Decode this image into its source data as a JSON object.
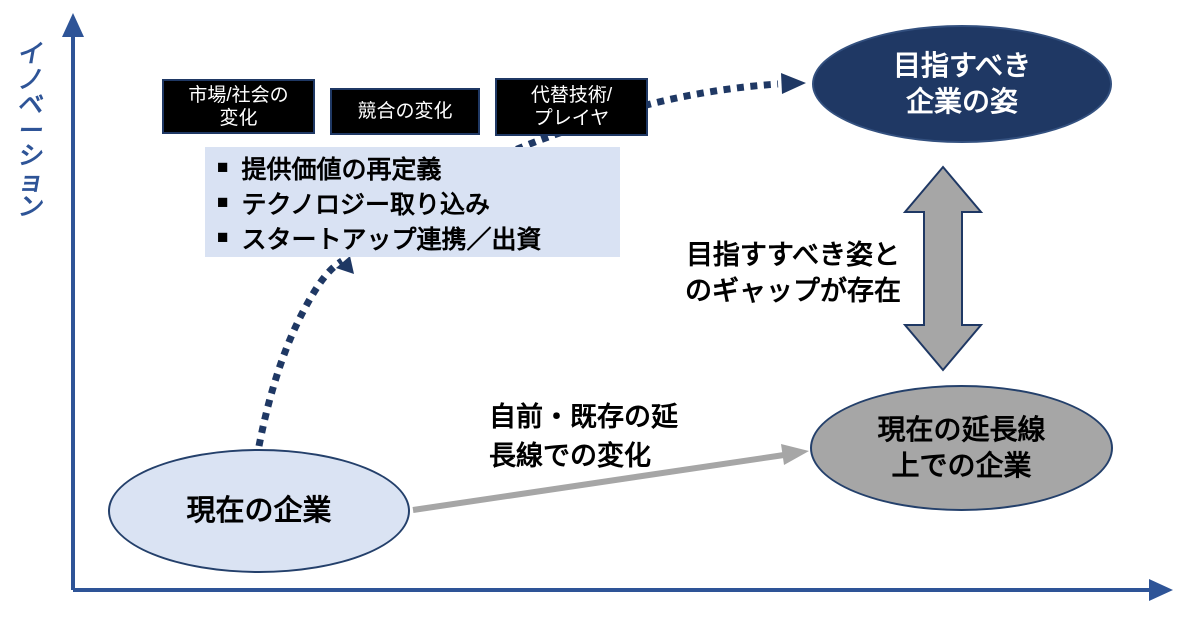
{
  "y_axis": {
    "label": "イノベーション"
  },
  "driver_boxes": {
    "market": {
      "line1": "市場/社会の",
      "line2": "変化"
    },
    "competitors": {
      "line1": "競合の変化"
    },
    "alt_tech": {
      "line1": "代替技術/",
      "line2": "プレイヤ"
    }
  },
  "initiatives_panel": {
    "bullet": "■",
    "items": [
      "提供価値の再定義",
      "テクノロジー取り込み",
      "スタートアップ連携／出資"
    ]
  },
  "nodes": {
    "target": {
      "line1": "目指すべき",
      "line2": "企業の姿"
    },
    "extension": {
      "line1": "現在の延長線",
      "line2": "上での企業"
    },
    "current": {
      "line1": "現在の企業"
    }
  },
  "annotations": {
    "gap": {
      "line1": "目指すすべき姿と",
      "line2": "のギャップが存在"
    },
    "extension_path": {
      "line1": "自前・既存の延",
      "line2": "長線での変化"
    }
  },
  "colors": {
    "navy": "#1f3864",
    "axis_blue": "#2e5497",
    "light_blue": "#d9e2f3",
    "gray": "#a6a6a6",
    "box_black": "#000000"
  }
}
